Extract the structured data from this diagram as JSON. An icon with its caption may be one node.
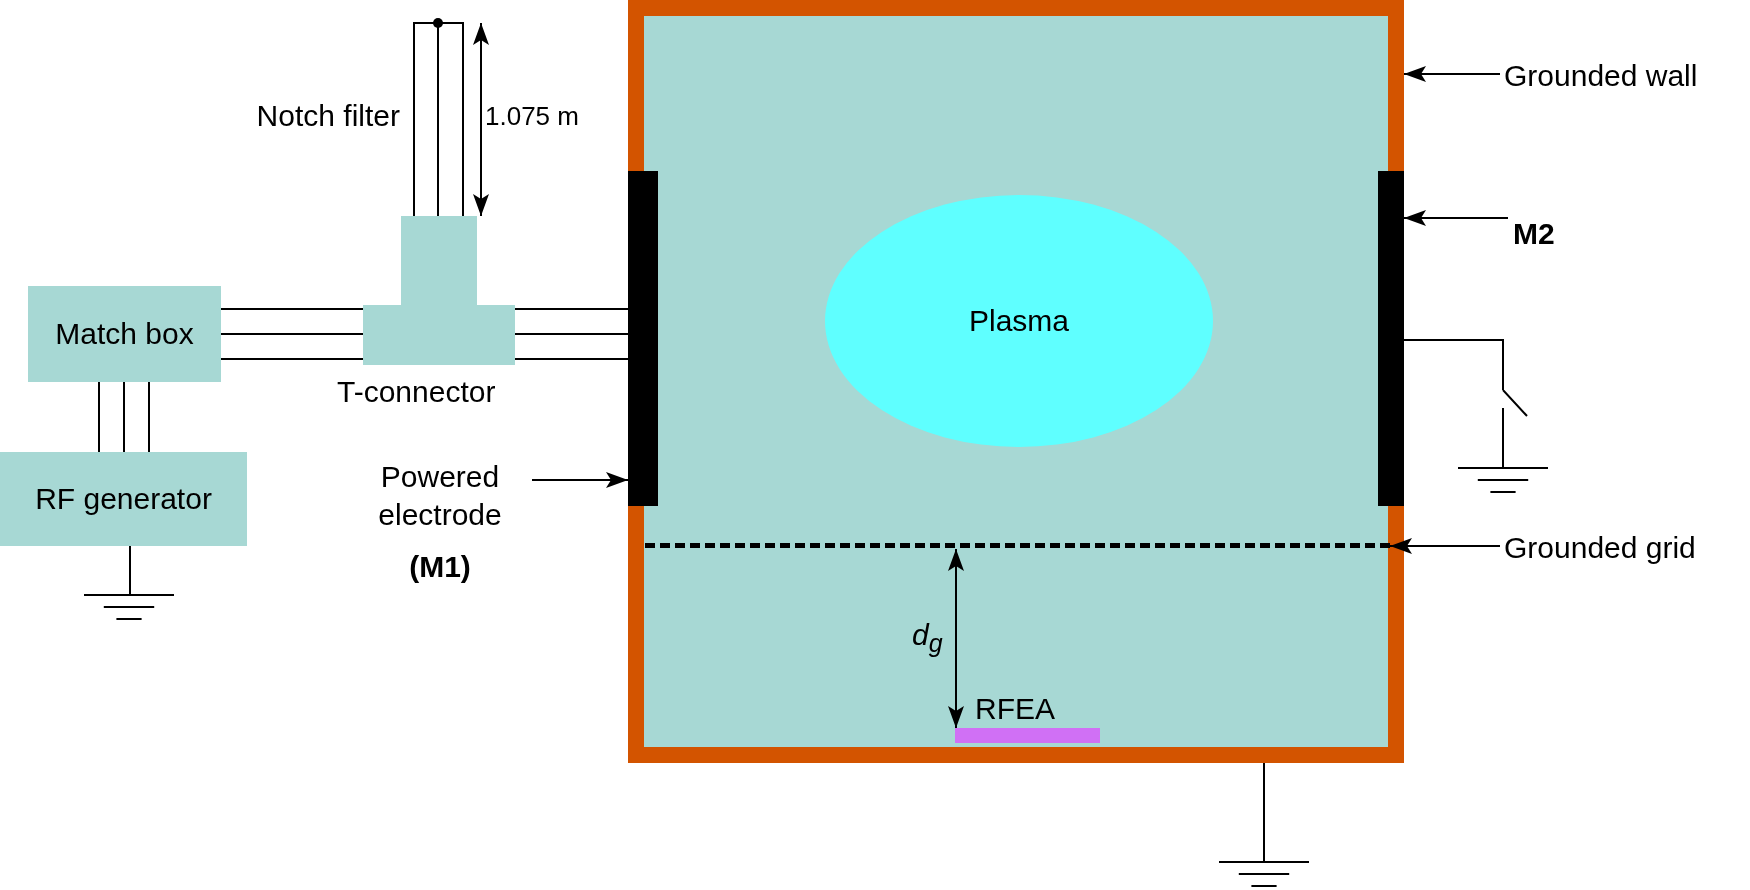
{
  "diagram": {
    "nodes": [
      {
        "text": [
          "Match box"
        ]
      },
      {
        "text": [
          "RF generator"
        ]
      },
      {
        "text": [],
        "shape": "box",
        "beside": [
          "T-connector"
        ]
      },
      {
        "text": [],
        "shape": "ground"
      },
      {
        "text": [],
        "shape": "box"
      },
      {
        "text": [
          "Plasma"
        ],
        "in": 4
      },
      {
        "text": [],
        "shape": "bar",
        "in": 4
      },
      {
        "text": [],
        "shape": "bar",
        "in": 4
      },
      {
        "text": [],
        "shape": "line",
        "in": 4
      },
      {
        "text": [
          "RFEA"
        ],
        "in": 4
      },
      {
        "text": [],
        "shape": "switch"
      },
      {
        "text": [],
        "shape": "ground"
      },
      {
        "text": [],
        "shape": "ground"
      },
      {
        "text": [
          "Grounded wall"
        ]
      },
      {
        "text": [
          "M2"
        ]
      },
      {
        "text": [
          "Powered electrode",
          "(M1)"
        ]
      },
      {
        "text": [
          "Grounded grid"
        ]
      }
    ],
    "edges": [
      {
        "from": 1,
        "to": 0,
        "arrow": "none"
      },
      {
        "from": 1,
        "to": 0,
        "arrow": "none"
      },
      {
        "from": 1,
        "to": 0,
        "arrow": "none"
      },
      {
        "from": 0,
        "to": 2,
        "arrow": "none"
      },
      {
        "from": 0,
        "to": 2,
        "arrow": "none"
      },
      {
        "from": 0,
        "to": 2,
        "arrow": "none"
      },
      {
        "from": 2,
        "to": 6,
        "arrow": "none"
      },
      {
        "from": 2,
        "to": 6,
        "arrow": "none"
      },
      {
        "from": 2,
        "to": 6,
        "arrow": "none"
      },
      {
        "from": 1,
        "to": 3,
        "arrow": "none"
      },
      {
        "from": 7,
        "to": 10,
        "arrow": "none"
      },
      {
        "from": 10,
        "to": 11,
        "arrow": "none"
      },
      {
        "from": 4,
        "to": 12,
        "arrow": "none"
      },
      {
        "from": 13,
        "to": 4,
        "arrow": "to"
      },
      {
        "from": 14,
        "to": 7,
        "arrow": "to"
      },
      {
        "from": 15,
        "to": 6,
        "arrow": "to"
      },
      {
        "from": 16,
        "to": 8,
        "arrow": "to"
      },
      {
        "from": 8,
        "to": 9,
        "arrow": "both",
        "label": "d$_{g}$"
      }
    ],
    "labels": [
      "Notch filter",
      "1.075 m"
    ]
  }
}
